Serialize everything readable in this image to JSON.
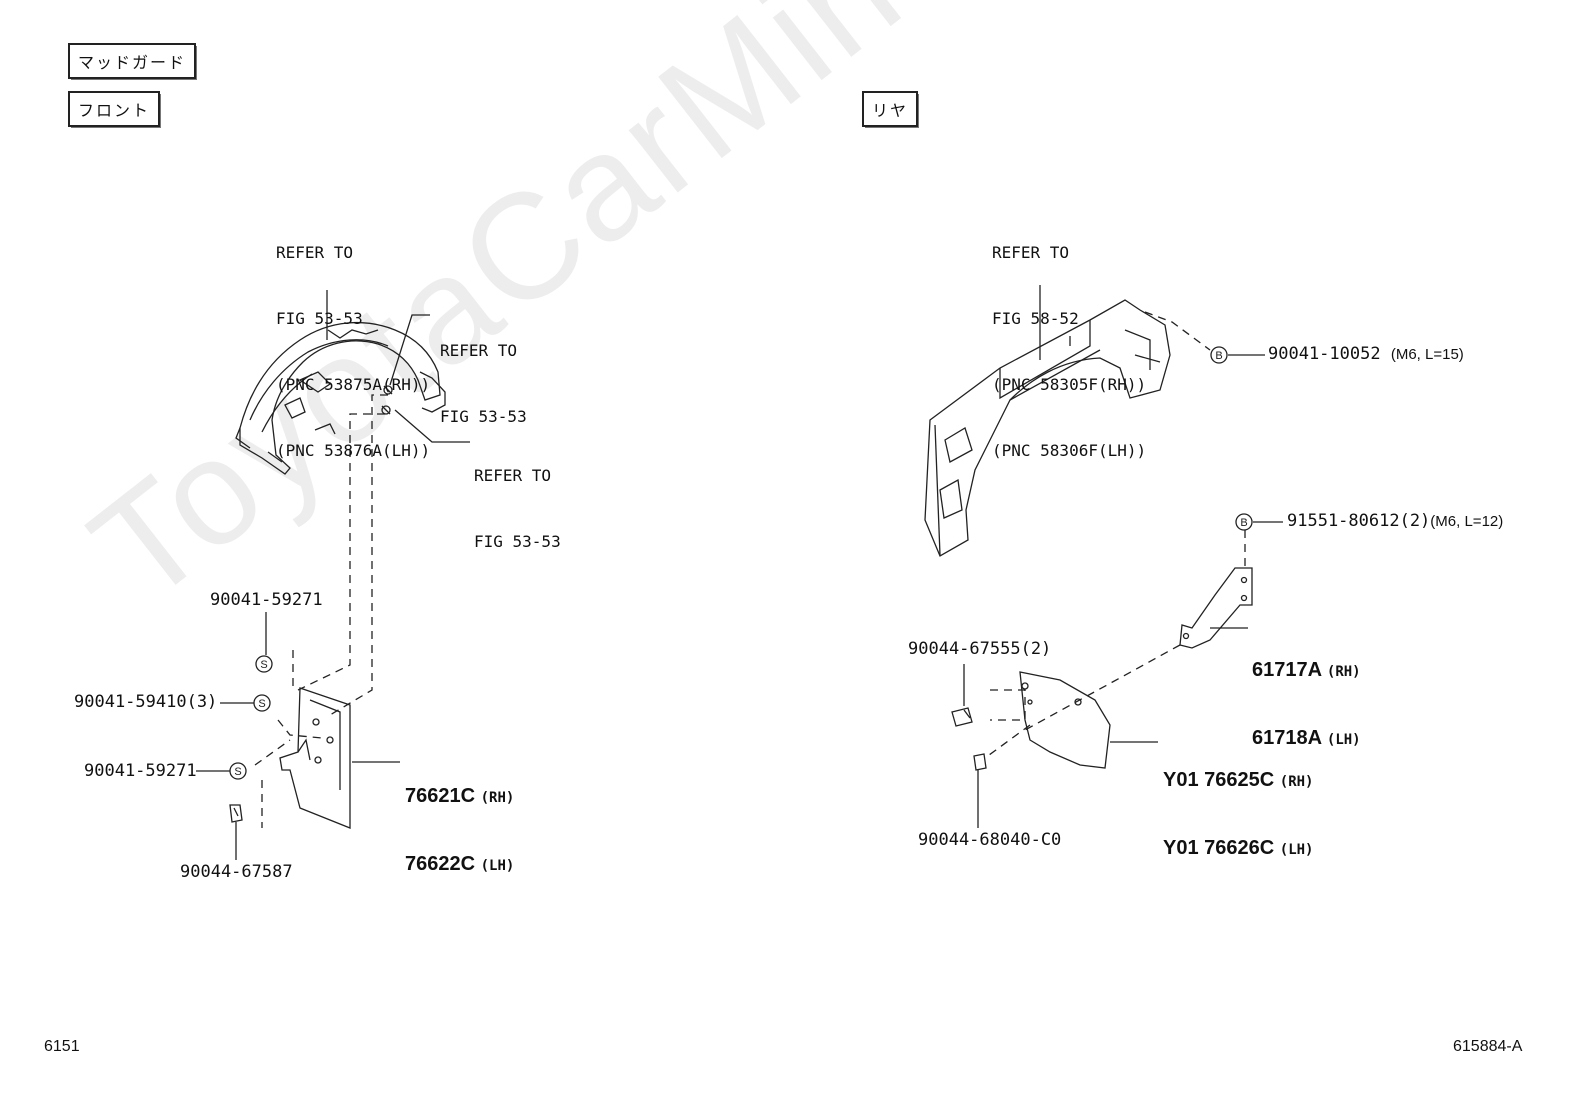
{
  "watermark": "ToyotaCarMine.ru",
  "headers": {
    "title": "マッドガード",
    "front": "フロント",
    "rear": "リヤ"
  },
  "front": {
    "refer_main": [
      "REFER TO",
      "FIG 53-53",
      "(PNC 53875A(RH))",
      "(PNC 53876A(LH))"
    ],
    "refer_b": [
      "REFER TO",
      "FIG 53-53"
    ],
    "refer_c": [
      "REFER TO",
      "FIG 53-53"
    ],
    "screw_top": "90041-59271",
    "screw_mid": "90041-59410(3)",
    "screw_bot": "90041-59271",
    "clip": "90044-67587",
    "part_rh": "76621C",
    "part_lh": "76622C",
    "rh": "(RH)",
    "lh": "(LH)",
    "marker": "S"
  },
  "rear": {
    "refer_main": [
      "REFER TO",
      "FIG 58-52",
      "(PNC 58305F(RH))",
      "(PNC 58306F(LH))"
    ],
    "bolt_b1": "90041-10052",
    "bolt_b1_spec": "(M6, L=15)",
    "bolt_b2": "91551-80612(2)",
    "bolt_b2_spec": "(M6, L=12)",
    "bracket_rh": "61717A",
    "bracket_lh": "61718A",
    "clip_top": "90044-67555(2)",
    "clip_bot": "90044-68040-C0",
    "guard_rh": "Y01 76625C",
    "guard_lh": "Y01 76626C",
    "rh": "(RH)",
    "lh": "(LH)",
    "marker": "B"
  },
  "footer": {
    "left": "6151",
    "right": "615884-A"
  }
}
